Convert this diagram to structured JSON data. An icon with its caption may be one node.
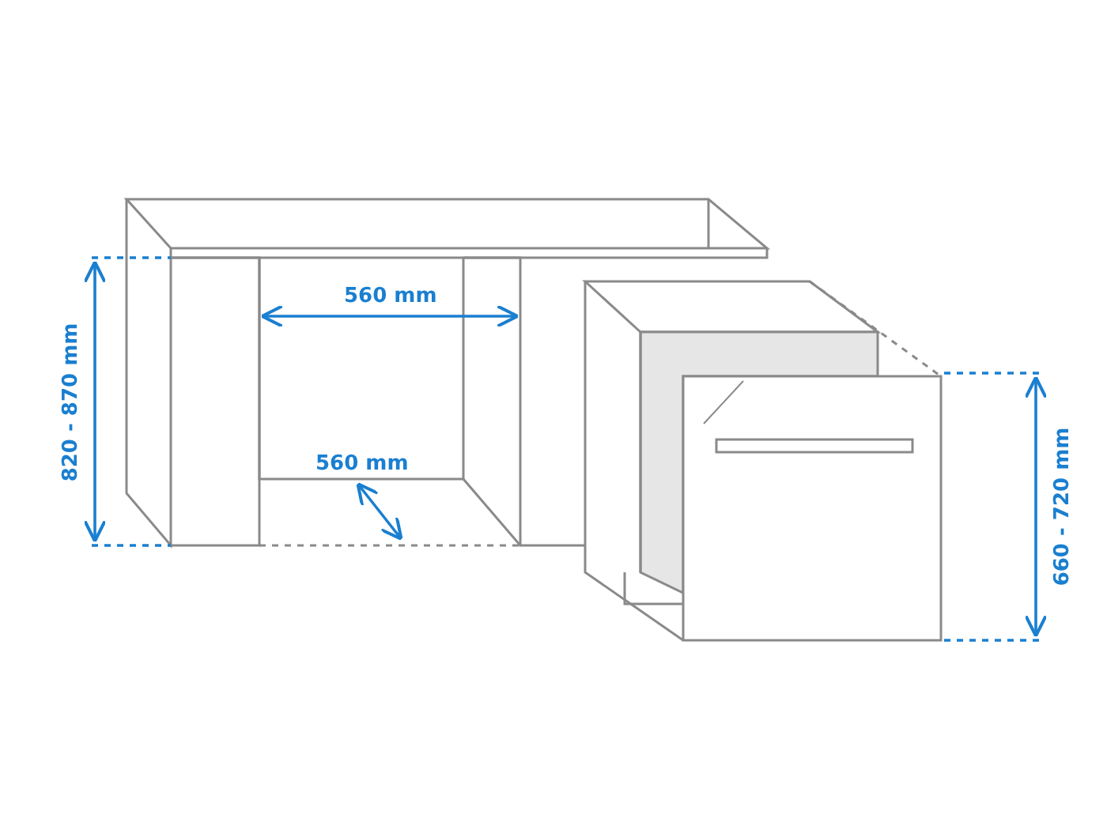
{
  "diagram": {
    "labels": [
      "820 - 870 mm",
      "560 mm",
      "560 mm",
      "660 - 720 mm"
    ]
  }
}
